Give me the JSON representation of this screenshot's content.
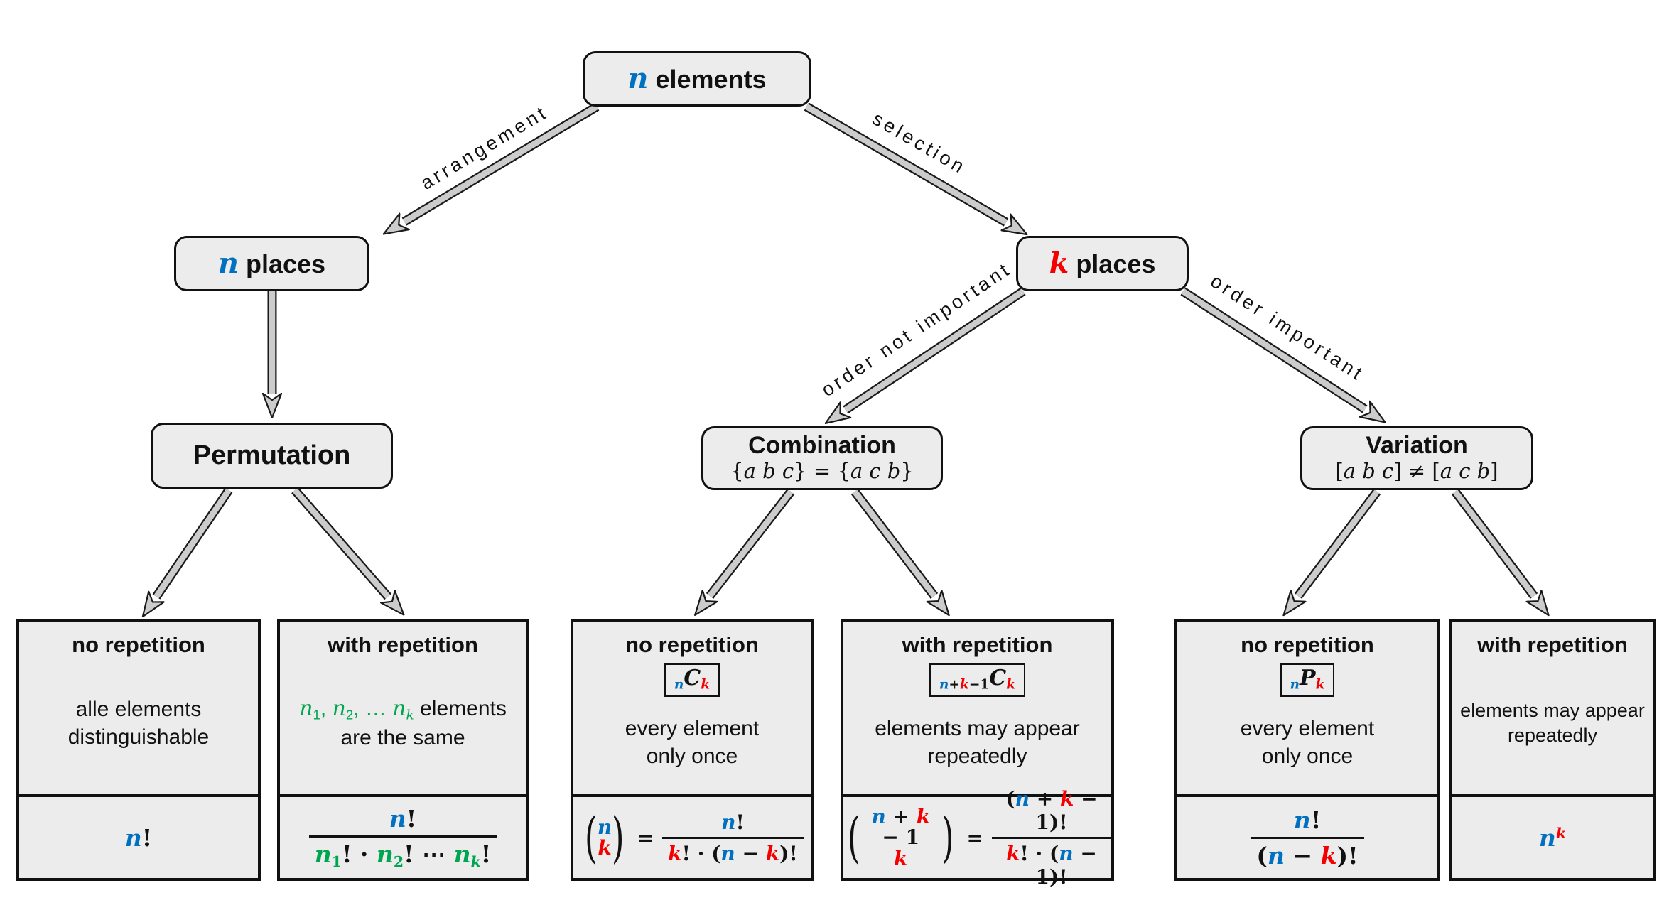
{
  "colors": {
    "blue": "#0070c0",
    "red": "#f40000",
    "green": "#00a550",
    "box_fill": "#ececec",
    "arrow_fill": "#cccccc",
    "border": "#111111"
  },
  "nodes": {
    "root": {
      "title_parts": [
        {
          "t": "n",
          "c": "blue",
          "it": 1
        },
        {
          "t": " elements"
        }
      ]
    },
    "n_places": {
      "title_parts": [
        {
          "t": "n",
          "c": "blue",
          "it": 1
        },
        {
          "t": " places"
        }
      ]
    },
    "k_places": {
      "title_parts": [
        {
          "t": "k",
          "c": "red",
          "it": 1
        },
        {
          "t": " places"
        }
      ]
    },
    "permutation": {
      "title": "Permutation"
    },
    "combination": {
      "title": "Combination",
      "subtitle_parts": [
        {
          "t": "{"
        },
        {
          "t": "a b c",
          "it": 1
        },
        {
          "t": "} = {"
        },
        {
          "t": "a c b",
          "it": 1
        },
        {
          "t": "}"
        }
      ]
    },
    "variation": {
      "title": "Variation",
      "subtitle_parts": [
        {
          "t": "["
        },
        {
          "t": "a b c",
          "it": 1
        },
        {
          "t": "] ≠ ["
        },
        {
          "t": "a c b",
          "it": 1
        },
        {
          "t": "]"
        }
      ]
    }
  },
  "edges": {
    "arrangement": "arrangement",
    "selection": "selection",
    "order_not_important": "order not important",
    "order_important": "order important"
  },
  "leaves": [
    {
      "header": "no repetition",
      "desc": [
        [
          {
            "t": "alle elements"
          }
        ],
        [
          {
            "t": "distinguishable"
          }
        ]
      ],
      "formula": {
        "plain": [
          {
            "t": "n",
            "c": "blue",
            "it": 1
          },
          {
            "t": "!"
          }
        ]
      }
    },
    {
      "header": "with repetition",
      "desc": [
        [
          {
            "t": "n",
            "c": "green",
            "it": 1
          },
          {
            "t": "1",
            "c": "green",
            "sub": 1
          },
          {
            "t": ", ",
            "c": "green"
          },
          {
            "t": "n",
            "c": "green",
            "it": 1
          },
          {
            "t": "2",
            "c": "green",
            "sub": 1
          },
          {
            "t": ", … ",
            "c": "green"
          },
          {
            "t": "n",
            "c": "green",
            "it": 1
          },
          {
            "t": "k",
            "c": "green",
            "it": 1,
            "sub": 1
          },
          {
            "t": " elements"
          }
        ],
        [
          {
            "t": "are the same"
          }
        ]
      ],
      "formula": {
        "num": [
          {
            "t": "n",
            "c": "blue",
            "it": 1
          },
          {
            "t": "!"
          }
        ],
        "den": [
          {
            "t": "n",
            "c": "green",
            "it": 1
          },
          {
            "t": "1",
            "c": "green",
            "sub": 1
          },
          {
            "t": "! · "
          },
          {
            "t": "n",
            "c": "green",
            "it": 1
          },
          {
            "t": "2",
            "c": "green",
            "sub": 1
          },
          {
            "t": "! ⋯ "
          },
          {
            "t": "n",
            "c": "green",
            "it": 1
          },
          {
            "t": "k",
            "c": "green",
            "it": 1,
            "sub": 1
          },
          {
            "t": "!"
          }
        ]
      }
    },
    {
      "header": "no repetition",
      "badge": [
        {
          "t": "n",
          "c": "blue",
          "it": 1,
          "sub": 1
        },
        {
          "t": "C",
          "it": 1
        },
        {
          "t": "k",
          "c": "red",
          "it": 1,
          "sub": 1
        }
      ],
      "desc": [
        [
          {
            "t": "every element"
          }
        ],
        [
          {
            "t": "only once"
          }
        ]
      ],
      "formula": {
        "binTop": [
          {
            "t": "n",
            "c": "blue",
            "it": 1
          }
        ],
        "binBot": [
          {
            "t": "k",
            "c": "red",
            "it": 1
          }
        ],
        "eq": [
          {
            "t": "="
          }
        ],
        "num": [
          {
            "t": "n",
            "c": "blue",
            "it": 1
          },
          {
            "t": "!"
          }
        ],
        "den": [
          {
            "t": "k",
            "c": "red",
            "it": 1
          },
          {
            "t": "! · ("
          },
          {
            "t": "n",
            "c": "blue",
            "it": 1
          },
          {
            "t": " − "
          },
          {
            "t": "k",
            "c": "red",
            "it": 1
          },
          {
            "t": ")!"
          }
        ]
      }
    },
    {
      "header": "with repetition",
      "badge": [
        {
          "t": "n",
          "c": "blue",
          "it": 1,
          "sub": 1
        },
        {
          "t": "+",
          "sub": 1
        },
        {
          "t": "k",
          "c": "red",
          "it": 1,
          "sub": 1
        },
        {
          "t": "−1",
          "sub": 1
        },
        {
          "t": "C",
          "it": 1
        },
        {
          "t": "k",
          "c": "red",
          "it": 1,
          "sub": 1
        }
      ],
      "desc": [
        [
          {
            "t": "elements may appear"
          }
        ],
        [
          {
            "t": "repeatedly"
          }
        ]
      ],
      "formula": {
        "binTop": [
          {
            "t": "n",
            "c": "blue",
            "it": 1
          },
          {
            "t": " + "
          },
          {
            "t": "k",
            "c": "red",
            "it": 1
          },
          {
            "t": " − 1"
          }
        ],
        "binBot": [
          {
            "t": "k",
            "c": "red",
            "it": 1
          }
        ],
        "eq": [
          {
            "t": "="
          }
        ],
        "num": [
          {
            "t": "("
          },
          {
            "t": "n",
            "c": "blue",
            "it": 1
          },
          {
            "t": " + "
          },
          {
            "t": "k",
            "c": "red",
            "it": 1
          },
          {
            "t": " − 1)!"
          }
        ],
        "den": [
          {
            "t": "k",
            "c": "red",
            "it": 1
          },
          {
            "t": "! · ("
          },
          {
            "t": "n",
            "c": "blue",
            "it": 1
          },
          {
            "t": " − 1)!"
          }
        ]
      }
    },
    {
      "header": "no repetition",
      "badge": [
        {
          "t": "n",
          "c": "blue",
          "it": 1,
          "sub": 1
        },
        {
          "t": "P",
          "it": 1
        },
        {
          "t": "k",
          "c": "red",
          "it": 1,
          "sub": 1
        }
      ],
      "desc": [
        [
          {
            "t": "every element"
          }
        ],
        [
          {
            "t": "only once"
          }
        ]
      ],
      "formula": {
        "num": [
          {
            "t": "n",
            "c": "blue",
            "it": 1
          },
          {
            "t": "!"
          }
        ],
        "den": [
          {
            "t": "("
          },
          {
            "t": "n",
            "c": "blue",
            "it": 1
          },
          {
            "t": " − "
          },
          {
            "t": "k",
            "c": "red",
            "it": 1
          },
          {
            "t": ")!"
          }
        ]
      }
    },
    {
      "header": "with repetition",
      "desc": [
        [
          {
            "t": "elements may appear"
          }
        ],
        [
          {
            "t": "repeatedly"
          }
        ]
      ],
      "formula": {
        "plain": [
          {
            "t": "n",
            "c": "blue",
            "it": 1
          },
          {
            "t": "k",
            "c": "red",
            "it": 1,
            "sup": 1
          }
        ]
      }
    }
  ]
}
